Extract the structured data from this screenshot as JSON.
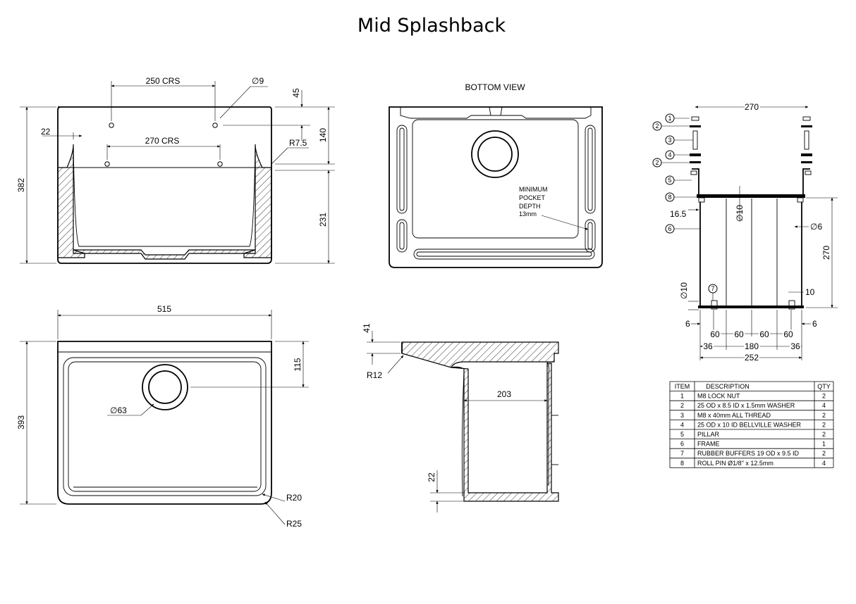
{
  "title": "Mid Splashback",
  "front_view": {
    "dims": {
      "crs_top": "250 CRS",
      "hole_dia": "∅9",
      "d45": "45",
      "d140": "140",
      "d22": "22",
      "crs_mid": "270 CRS",
      "r75": "R7.5",
      "d382": "382",
      "d231": "231"
    }
  },
  "bottom_view": {
    "label": "BOTTOM VIEW",
    "note_lines": [
      "MINIMUM",
      "POCKET",
      "DEPTH",
      "13mm"
    ]
  },
  "plan_view": {
    "dims": {
      "d515": "515",
      "d115": "115",
      "d393": "393",
      "dia63": "∅63",
      "r20": "R20",
      "r25": "R25"
    }
  },
  "side_section": {
    "dims": {
      "d41": "41",
      "r12": "R12",
      "d203": "203",
      "d22": "22"
    }
  },
  "frame": {
    "dims": {
      "d270_top": "270",
      "d165": "16.5",
      "dia10_a": "∅10",
      "dia6": "∅6",
      "d270_side": "270",
      "dia10_b": "∅10",
      "d10": "10",
      "d6_left": "6",
      "d6_right": "6",
      "d60_1": "60",
      "d60_2": "60",
      "d60_3": "60",
      "d60_4": "60",
      "d36_left": "36",
      "d180": "180",
      "d36_right": "36",
      "d252": "252"
    },
    "balloons": [
      "1",
      "2",
      "3",
      "4",
      "2",
      "5",
      "8",
      "6",
      "7"
    ]
  },
  "parts_table": {
    "headers": [
      "ITEM",
      "DESCRIPTION",
      "QTY"
    ],
    "rows": [
      [
        "1",
        "M8 LOCK NUT",
        "2"
      ],
      [
        "2",
        "25 OD x 8.5 ID x 1.5mm WASHER",
        "4"
      ],
      [
        "3",
        "M8 x 40mm ALL THREAD",
        "2"
      ],
      [
        "4",
        "25 OD x 10 ID BELLVILLE WASHER",
        "2"
      ],
      [
        "5",
        "PILLAR",
        "2"
      ],
      [
        "6",
        "FRAME",
        "1"
      ],
      [
        "7",
        "RUBBER BUFFERS 19 OD x 9.5 ID",
        "2"
      ],
      [
        "8",
        "ROLL PIN Ø1/8\" x 12.5mm",
        "4"
      ]
    ]
  }
}
